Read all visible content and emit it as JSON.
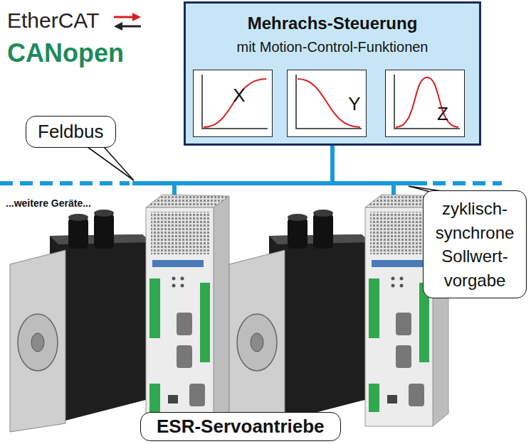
{
  "diagram": {
    "nodes": [
      {
        "text": [
          "Mehrachs-Steuerung",
          "mit Motion-Control-Funktionen"
        ]
      },
      {
        "text": [
          "X"
        ],
        "in": 0
      },
      {
        "text": [
          "Y"
        ],
        "in": 0
      },
      {
        "text": [
          "Z"
        ],
        "in": 0
      },
      {
        "text": [
          "Feldbus"
        ]
      },
      {
        "text": [
          "zyklisch- synchrone Sollwert- vorgabe"
        ]
      },
      {
        "text": [
          "ESR-Servoantriebe"
        ]
      }
    ],
    "labels": [
      "EtherCAT",
      "CANopen",
      "...weitere Geräte..."
    ]
  }
}
